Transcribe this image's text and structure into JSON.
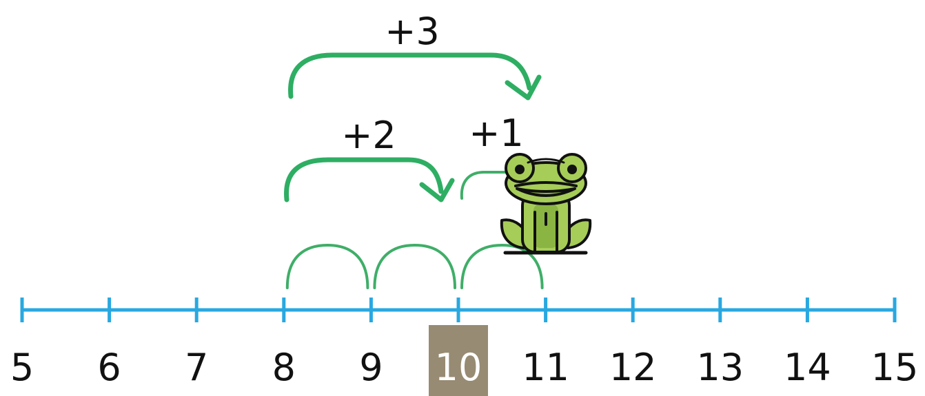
{
  "number_line": {
    "ticks": [
      "5",
      "6",
      "7",
      "8",
      "9",
      "10",
      "11",
      "12",
      "13",
      "14",
      "15"
    ],
    "highlighted": "10"
  },
  "jumps": [
    {
      "label": "+3",
      "from": 8,
      "to": 11
    },
    {
      "label": "+2",
      "from": 8,
      "to": 10
    },
    {
      "label": "+1",
      "from": 10,
      "to": 11
    }
  ],
  "unit_steps": [
    {
      "from": 8,
      "to": 9
    },
    {
      "from": 9,
      "to": 10
    },
    {
      "from": 10,
      "to": 11
    }
  ],
  "character": {
    "icon": "frog-icon",
    "position": 11
  },
  "colors": {
    "line": "#29a8e0",
    "arc": "#2eae63",
    "arc_thin": "#3fae68",
    "highlight_bg": "#978b73",
    "highlight_text": "#ffffff",
    "frog_body": "#a6cd58",
    "frog_dark": "#8ab542",
    "outline": "#111111"
  }
}
